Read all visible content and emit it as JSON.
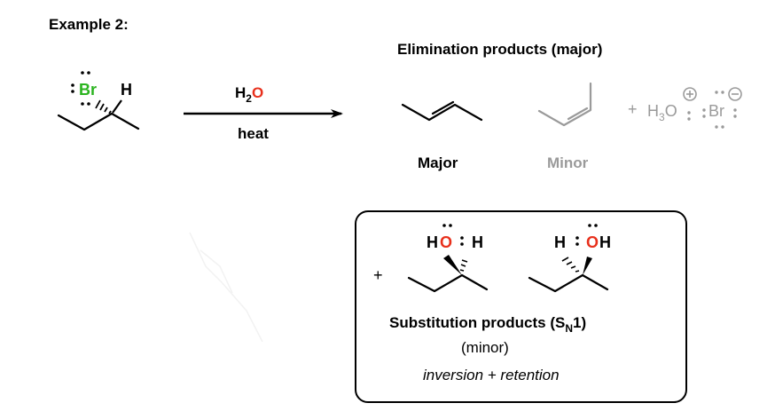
{
  "heading": "Example 2:",
  "reactant": {
    "br_label": "Br",
    "h_label": "H",
    "br_color": "#2bb41f"
  },
  "conditions": {
    "reagent_main": "H",
    "reagent_sub": "2",
    "reagent_o": "O",
    "below_arrow": "heat",
    "o_color": "#e8301c"
  },
  "elimination": {
    "title": "Elimination products (major)",
    "major_label": "Major",
    "minor_label": "Minor",
    "plus": "+",
    "h3o": "H",
    "h3o_sub": "3",
    "h3o_o": "O",
    "br_ion": "Br"
  },
  "substitution": {
    "plus": "+",
    "left_h": "H",
    "left_o": "O",
    "left_h2": "H",
    "right_h": "H",
    "right_o": "O",
    "right_h2": "H",
    "title_main": "Substitution products (S",
    "title_sub": "N",
    "title_end": "1)",
    "minor": "(minor)",
    "stereo": "inversion + retention"
  },
  "colors": {
    "oxygen": "#e8301c",
    "bromine": "#2bb41f",
    "faded": "#9a9a9a",
    "ink": "#000000"
  }
}
